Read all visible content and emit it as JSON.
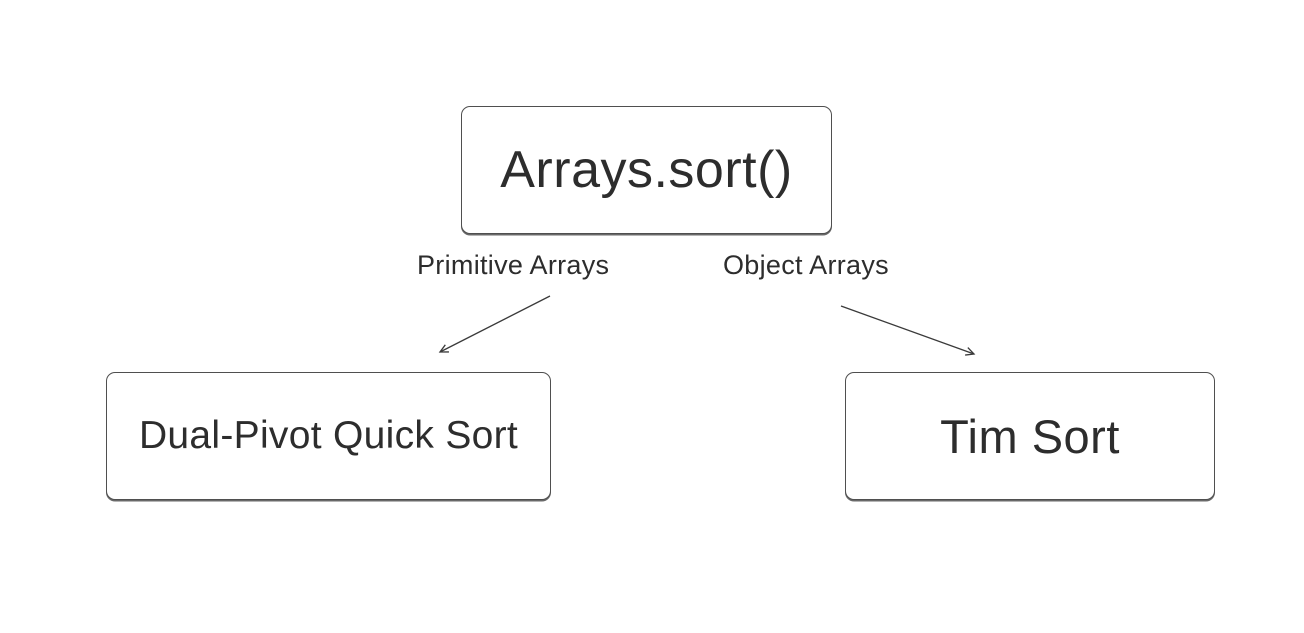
{
  "diagram": {
    "root_node": {
      "label": "Arrays.sort()"
    },
    "edges": [
      {
        "label": "Primitive Arrays",
        "from": "Arrays.sort()",
        "to": "Dual-Pivot Quick Sort"
      },
      {
        "label": "Object Arrays",
        "from": "Arrays.sort()",
        "to": "Tim Sort"
      }
    ],
    "leaf_nodes": [
      {
        "label": "Dual-Pivot Quick Sort"
      },
      {
        "label": "Tim Sort"
      }
    ],
    "colors": {
      "background": "#ffffff",
      "text": "#2d2d2d",
      "border": "#4f4f4f",
      "arrow": "#3a3a3a"
    }
  }
}
